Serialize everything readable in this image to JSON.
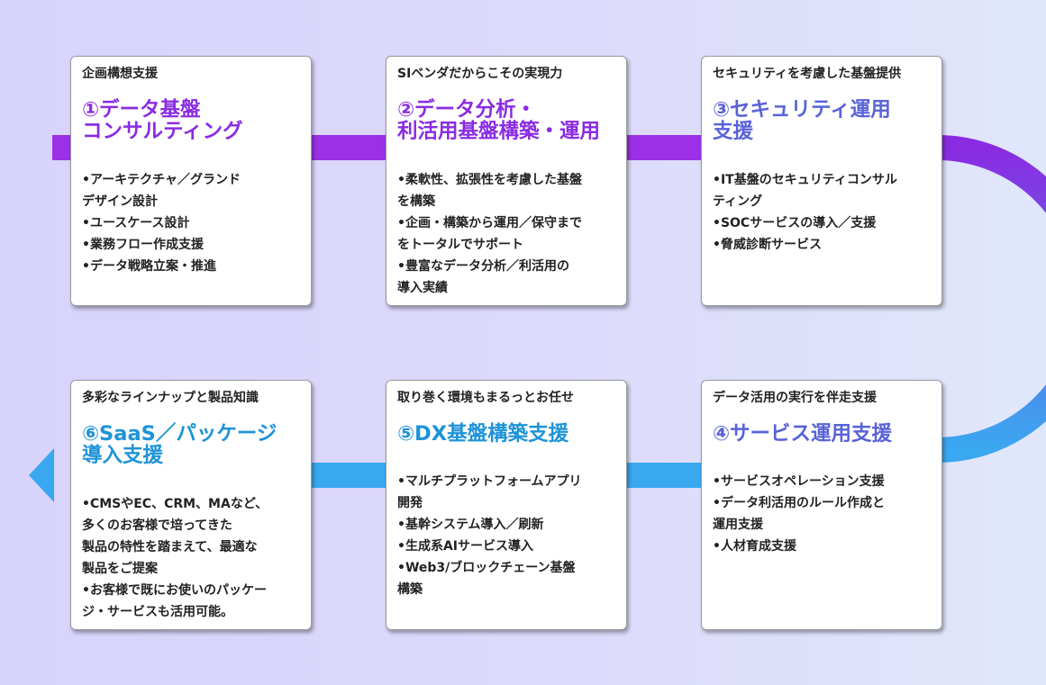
{
  "colors": {
    "purple": "#9b30e6",
    "indigo": "#5963d8",
    "blue": "#3aa8f0"
  },
  "cards": [
    {
      "subtitle": "企画構想支援",
      "title": "①データ基盤\nコンサルティング",
      "items": [
        "•アーキテクチャ／グランド\n デザイン設計",
        "•ユースケース設計",
        "•業務フロー作成支援",
        "•データ戦略立案・推進"
      ]
    },
    {
      "subtitle": "SIベンダだからこその実現力",
      "title": "②データ分析・\n利活用基盤構築・運用",
      "items": [
        "•柔軟性、拡張性を考慮した基盤\n を構築",
        "•企画・構築から運用／保守まで\n をトータルでサポート",
        "•豊富なデータ分析／利活用の\n 導入実績"
      ]
    },
    {
      "subtitle": "セキュリティを考慮した基盤提供",
      "title": "③セキュリティ運用\n支援",
      "items": [
        "•IT基盤のセキュリティコンサル\n ティング",
        "•SOCサービスの導入／支援",
        "•脅威診断サービス"
      ]
    },
    {
      "subtitle": "データ活用の実行を伴走支援",
      "title": "④サービス運用支援",
      "items": [
        "•サービスオペレーション支援",
        "•データ利活用のルール作成と\n 運用支援",
        "•人材育成支援"
      ]
    },
    {
      "subtitle": "取り巻く環境もまるっとお任せ",
      "title": "⑤DX基盤構築支援",
      "items": [
        "•マルチプラットフォームアプリ\n開発",
        "•基幹システム導入／刷新",
        "•生成系AIサービス導入",
        "•Web3/ブロックチェーン基盤\n 構築"
      ]
    },
    {
      "subtitle": "多彩なラインナップと製品知識",
      "title": "⑥SaaS／パッケージ\n導入支援",
      "items": [
        "•CMSやEC、CRM、MAなど、\n 多くのお客様で培ってきた\n 製品の特性を踏まえて、最適な\n 製品をご提案",
        "•お客様で既にお使いのパッケー\n ジ・サービスも活用可能。"
      ]
    }
  ]
}
